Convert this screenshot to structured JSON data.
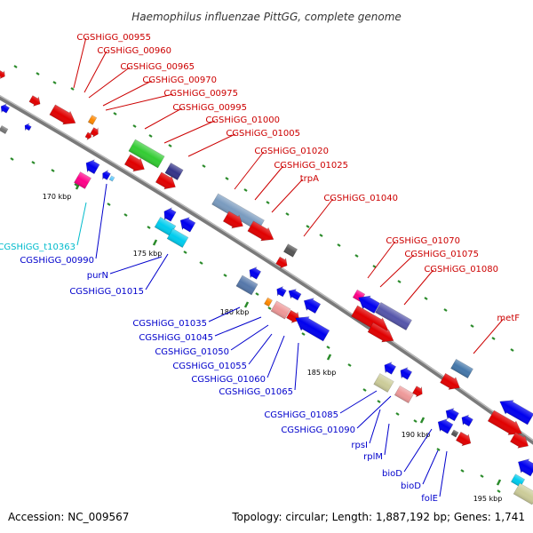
{
  "title": "Haemophilus influenzae PittGG, complete genome",
  "footer": {
    "accession": "Accession: NC_009567",
    "topology": "Topology: circular; Length: 1,887,192 bp; Genes: 1,741"
  },
  "colors": {
    "backbone": "#808080",
    "forward_label": "#cc0000",
    "reverse_label": "#0000cc",
    "trna_label": "#00bbcc",
    "tick": "#006600"
  },
  "ticks": [
    {
      "label": "170 kbp"
    },
    {
      "label": "175 kbp"
    },
    {
      "label": "180 kbp"
    },
    {
      "label": "185 kbp"
    },
    {
      "label": "190 kbp"
    },
    {
      "label": "195 kbp"
    }
  ],
  "labels_forward": [
    "CGSHiGG_00955",
    "CGSHiGG_00960",
    "CGSHiGG_00965",
    "CGSHiGG_00970",
    "CGSHiGG_00975",
    "CGSHiGG_00995",
    "CGSHiGG_01000",
    "CGSHiGG_01005",
    "CGSHiGG_01020",
    "CGSHiGG_01025",
    "trpA",
    "CGSHiGG_01040",
    "CGSHiGG_01070",
    "CGSHiGG_01075",
    "CGSHiGG_01080",
    "metF"
  ],
  "labels_reverse": [
    "CGSHiGG_t10363",
    "CGSHiGG_00990",
    "purN",
    "CGSHiGG_01015",
    "CGSHiGG_01035",
    "CGSHiGG_01045",
    "CGSHiGG_01050",
    "CGSHiGG_01055",
    "CGSHiGG_01060",
    "CGSHiGG_01065",
    "CGSHiGG_01085",
    "CGSHiGG_01090",
    "rpsI",
    "rplM",
    "bioD",
    "bioD",
    "folE"
  ]
}
